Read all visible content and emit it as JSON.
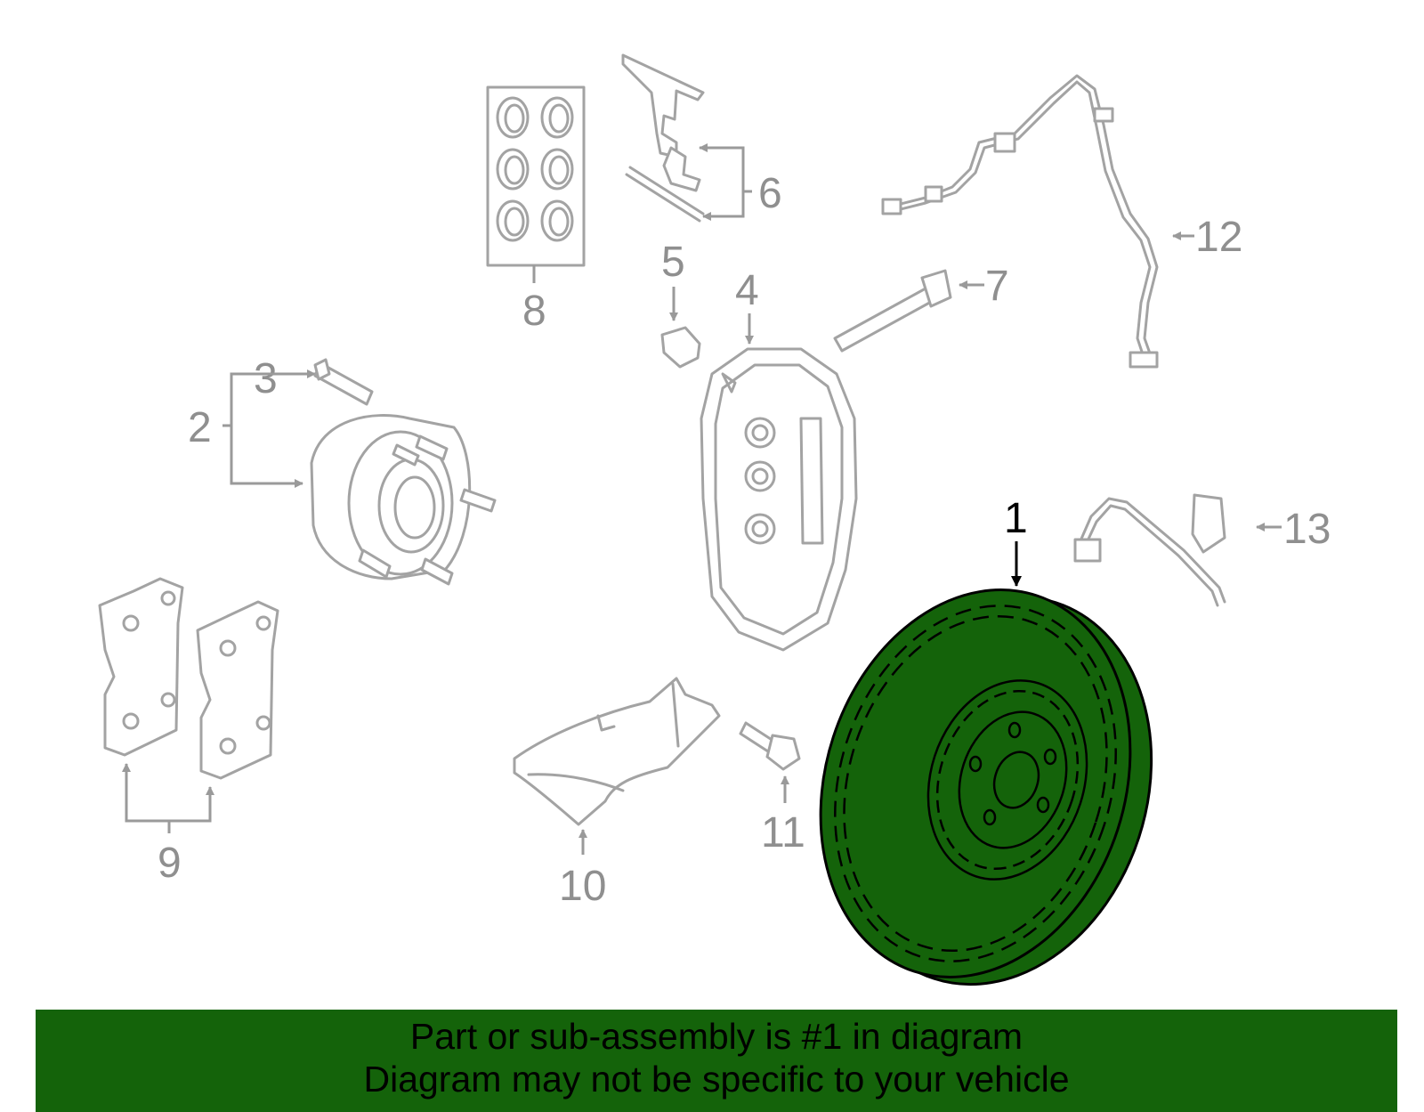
{
  "callouts": {
    "c1": "1",
    "c2": "2",
    "c3": "3",
    "c4": "4",
    "c5": "5",
    "c6": "6",
    "c7": "7",
    "c8": "8",
    "c9": "9",
    "c10": "10",
    "c11": "11",
    "c12": "12",
    "c13": "13"
  },
  "highlighted_part": "1",
  "colors": {
    "highlight_fill": "#14630a",
    "banner_background": "#14630a",
    "part_outline": "#a3a3a3",
    "callout_text": "#8f8f8f"
  },
  "banner": {
    "line1": "Part or sub-assembly is #1 in diagram",
    "line2": "Diagram may not be specific to your vehicle"
  }
}
